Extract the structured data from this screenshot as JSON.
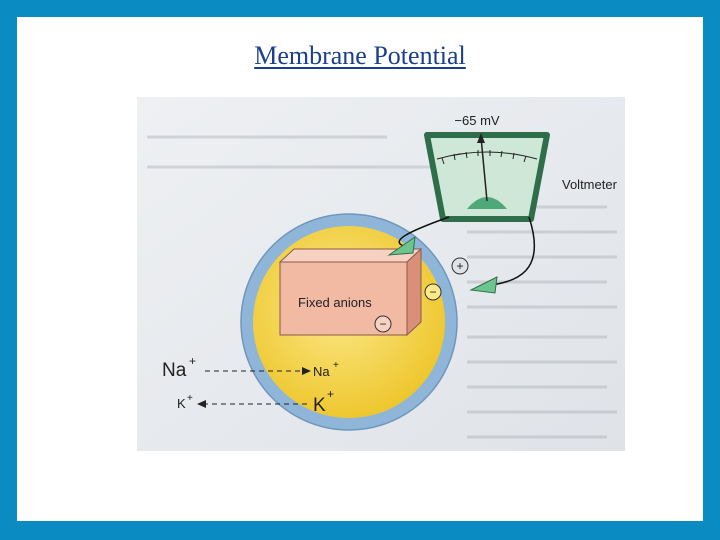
{
  "slide": {
    "title": "Membrane Potential"
  },
  "diagram": {
    "voltmeter_reading": "−65 mV",
    "voltmeter_label": "Voltmeter",
    "fixed_anions_label": "Fixed anions",
    "plus_sign": "+",
    "minus_sign": "−",
    "na_outside": "Na",
    "na_inside": "Na",
    "k_outside": "K",
    "k_inside": "K",
    "superscript_plus": "+",
    "colors": {
      "background_frame": "#0a8bc2",
      "title": "#1a3f8f",
      "cell_fill": "#f3d23a",
      "membrane": "#8fb6d8",
      "anion_box": "#f2b9a3",
      "meter_green": "#4fa87a"
    }
  }
}
